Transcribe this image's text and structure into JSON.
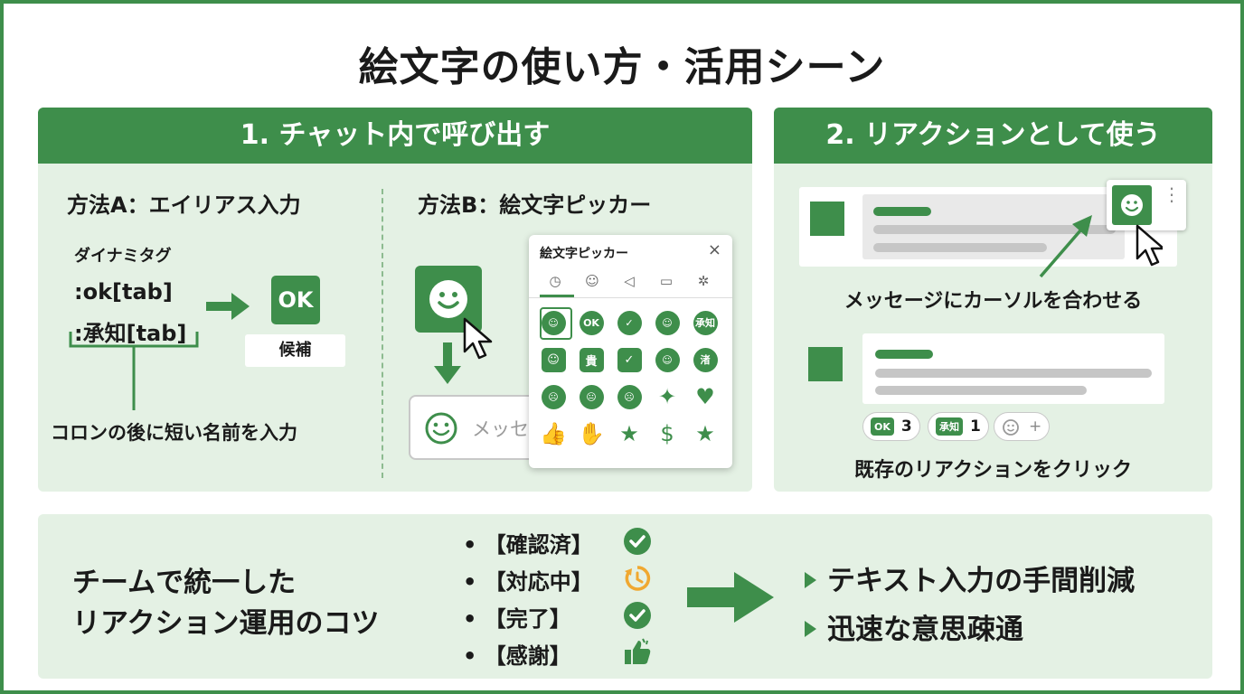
{
  "title": "絵文字の使い方・活用シーン",
  "colors": {
    "accent": "#3e8e4b",
    "panel_bg": "#e4f1e4",
    "timer": "#f0a830"
  },
  "section1": {
    "header": "1. チャット内で呼び出す",
    "method_a": {
      "title": "方法A：エイリアス入力",
      "label": "ダイナミタグ",
      "code_lines": [
        ":ok[tab]",
        ":承知[tab]"
      ],
      "result_icon": "OK",
      "candidate_label": "候補",
      "caption": "コロンの後に短い名前を入力"
    },
    "method_b": {
      "title": "方法B：絵文字ピッカー",
      "input_placeholder": "メッセ",
      "picker": {
        "title": "絵文字ピッカー",
        "close": "×",
        "tabs": [
          "clock-icon",
          "smile-icon",
          "megaphone-icon",
          "calendar-icon",
          "snowflake-icon"
        ],
        "rows": [
          [
            {
              "t": "circle",
              "g": "☺"
            },
            {
              "t": "circle",
              "g": "OK"
            },
            {
              "t": "circle",
              "g": "✓"
            },
            {
              "t": "circle",
              "g": "☺"
            },
            {
              "t": "circle",
              "g": "承知"
            }
          ],
          [
            {
              "t": "square",
              "g": "☺"
            },
            {
              "t": "square",
              "g": "貴"
            },
            {
              "t": "square",
              "g": "✓"
            },
            {
              "t": "circle",
              "g": "☺"
            },
            {
              "t": "circle",
              "g": "渚"
            }
          ],
          [
            {
              "t": "circle",
              "g": "☹"
            },
            {
              "t": "circle",
              "g": "😐"
            },
            {
              "t": "circle",
              "g": "☹"
            },
            {
              "t": "glyph",
              "g": "✦"
            },
            {
              "t": "glyph",
              "g": "♥"
            }
          ],
          [
            {
              "t": "glyph",
              "g": "👍"
            },
            {
              "t": "glyph",
              "g": "✋"
            },
            {
              "t": "glyph",
              "g": "★"
            },
            {
              "t": "glyph",
              "g": "$"
            },
            {
              "t": "glyph",
              "g": "★"
            }
          ]
        ]
      }
    }
  },
  "section2": {
    "header": "2. リアクションとして使う",
    "hover_caption": "メッセージにカーソルを合わせる",
    "reactions": [
      {
        "badge": "OK",
        "count": "3"
      },
      {
        "badge": "承知",
        "count": "1"
      },
      {
        "badge": "",
        "count": "+"
      }
    ],
    "click_caption": "既存のリアクションをクリック"
  },
  "section3": {
    "tips_title_lines": [
      "チームで統一した",
      "リアクション運用のコツ"
    ],
    "tips": [
      {
        "label": "• 【確認済】",
        "icon": "check-circle-icon"
      },
      {
        "label": "• 【対応中】",
        "icon": "timer-icon"
      },
      {
        "label": "• 【完了】",
        "icon": "check-circle-icon"
      },
      {
        "label": "• 【感謝】",
        "icon": "thumbs-up-icon"
      }
    ],
    "effects": [
      "テキスト入力の手間削減",
      "迅速な意思疎通"
    ]
  }
}
